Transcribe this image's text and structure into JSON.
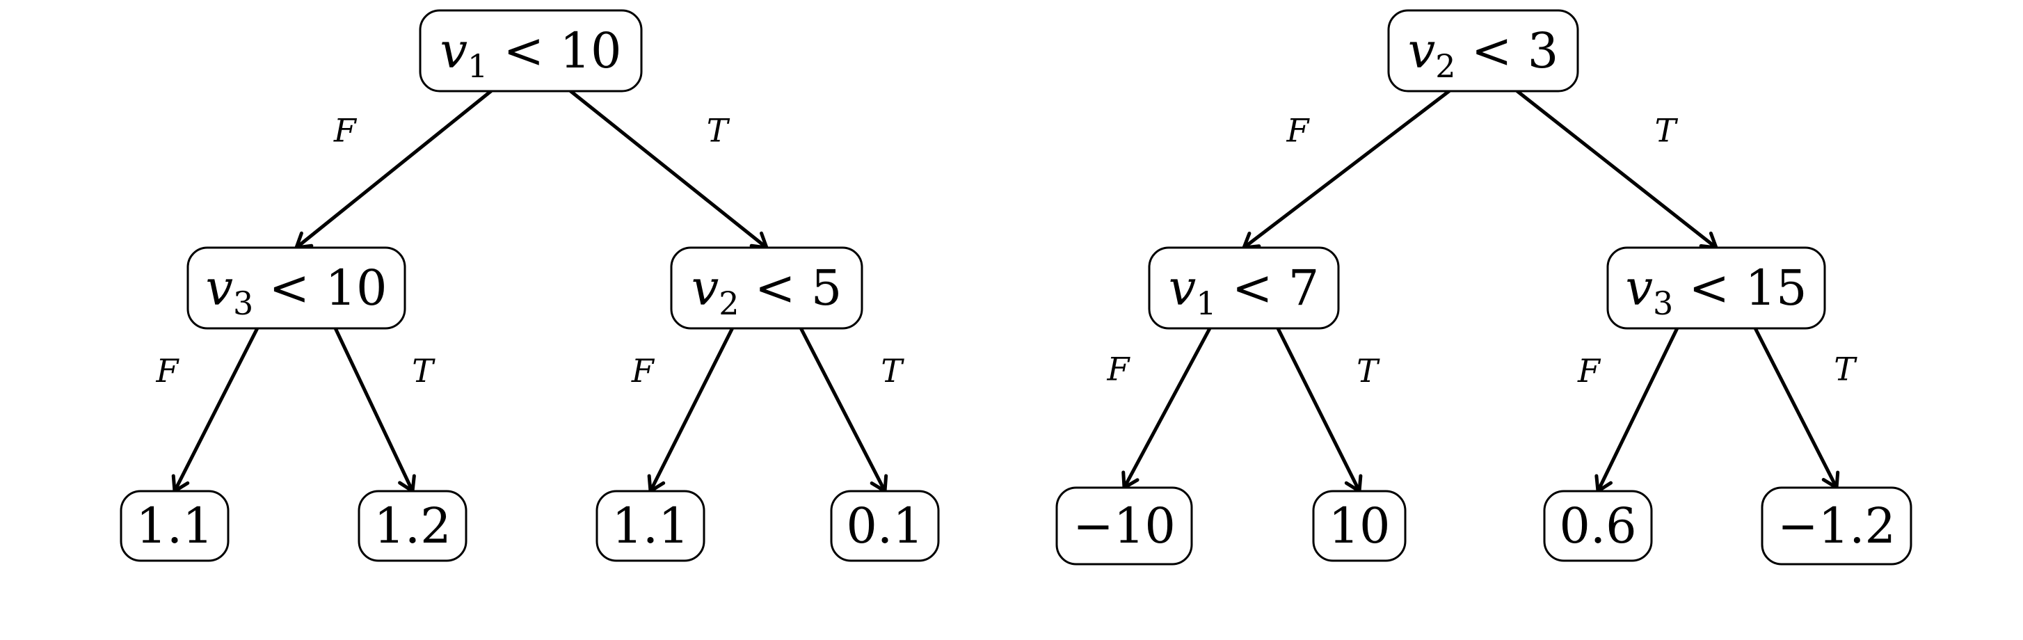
{
  "trees": [
    {
      "root": {
        "var": "v",
        "sub": "1",
        "op": "<",
        "val": "10",
        "false_label": "F",
        "true_label": "T",
        "false": {
          "var": "v",
          "sub": "3",
          "op": "<",
          "val": "10",
          "false_label": "F",
          "true_label": "T",
          "false": {
            "leaf": "1.1"
          },
          "true": {
            "leaf": "1.2"
          }
        },
        "true": {
          "var": "v",
          "sub": "2",
          "op": "<",
          "val": "5",
          "false_label": "F",
          "true_label": "T",
          "false": {
            "leaf": "1.1"
          },
          "true": {
            "leaf": "0.1"
          }
        }
      }
    },
    {
      "root": {
        "var": "v",
        "sub": "2",
        "op": "<",
        "val": "3",
        "false_label": "F",
        "true_label": "T",
        "false": {
          "var": "v",
          "sub": "1",
          "op": "<",
          "val": "7",
          "false_label": "F",
          "true_label": "T",
          "false": {
            "leaf": "−10"
          },
          "true": {
            "leaf": "10"
          }
        },
        "true": {
          "var": "v",
          "sub": "3",
          "op": "<",
          "val": "15",
          "false_label": "F",
          "true_label": "T",
          "false": {
            "leaf": "0.6"
          },
          "true": {
            "leaf": "−1.2"
          }
        }
      }
    }
  ]
}
